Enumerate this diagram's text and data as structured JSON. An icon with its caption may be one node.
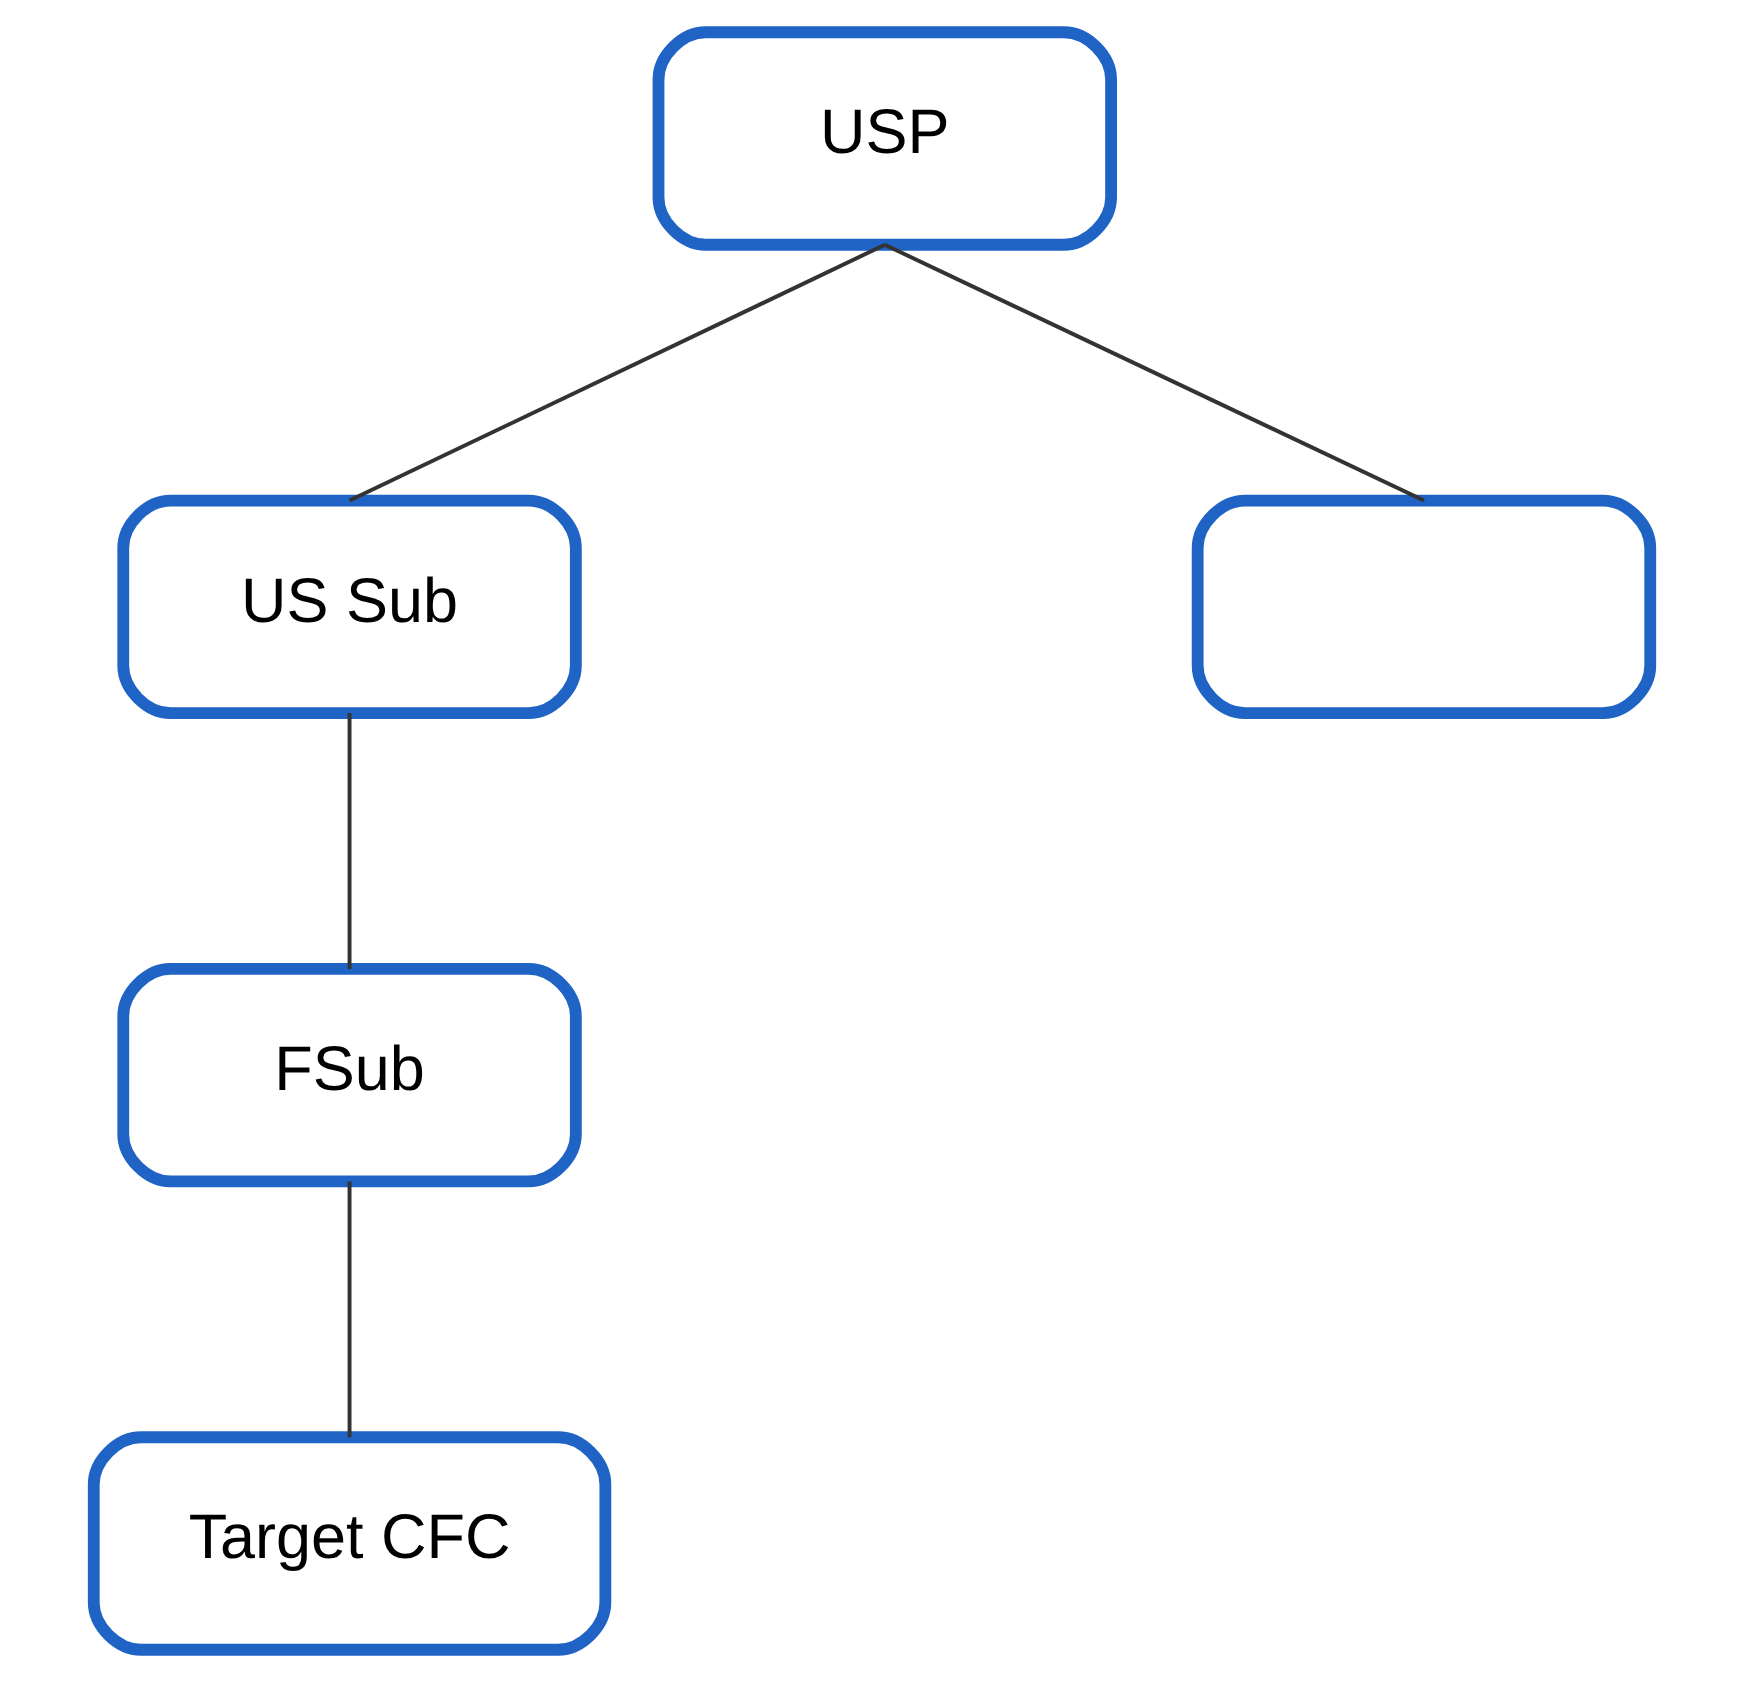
{
  "diagram": {
    "nodes": [
      {
        "text": [
          "USP"
        ]
      },
      {
        "text": [
          "US Sub"
        ]
      },
      {
        "text": [],
        "shape": "box"
      },
      {
        "text": [
          "FSub"
        ]
      },
      {
        "text": [
          "Target CFC"
        ]
      }
    ],
    "edges": [
      {
        "from": 0,
        "to": 1,
        "arrow": "none"
      },
      {
        "from": 0,
        "to": 2,
        "arrow": "none"
      },
      {
        "from": 1,
        "to": 3,
        "arrow": "none"
      },
      {
        "from": 3,
        "to": 4,
        "arrow": "none"
      }
    ]
  }
}
